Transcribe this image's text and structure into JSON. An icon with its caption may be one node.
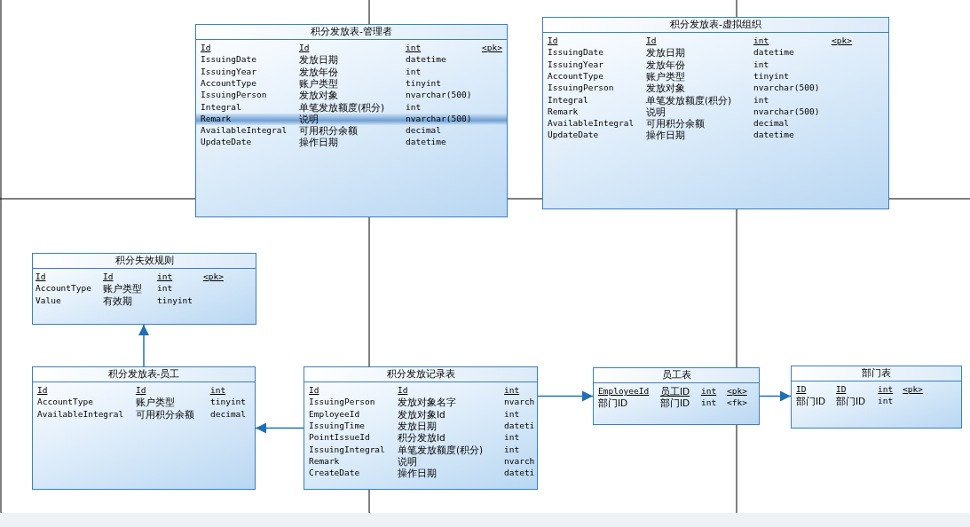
{
  "diagram": {
    "nodes": [
      {
        "text": [
          "积分发放表-管理者",
          "Id",
          "Id",
          "int",
          "<pk>",
          "IssuingDate",
          "发放日期",
          "datetime",
          "IssuingYear",
          "发放年份",
          "int",
          "AccountType",
          "账户类型",
          "tinyint",
          "IssuingPerson",
          "发放对象",
          "nvarchar(500)",
          "Integral",
          "单笔发放额度(积分)",
          "int",
          "Remark",
          "说明",
          "nvarchar(500)",
          "AvailableIntegral",
          "可用积分余额",
          "decimal",
          "UpdateDate",
          "操作日期",
          "datetime"
        ]
      },
      {
        "text": [
          "积分发放表-虚拟组织",
          "Id",
          "Id",
          "int",
          "<pk>",
          "IssuingDate",
          "发放日期",
          "datetime",
          "IssuingYear",
          "发放年份",
          "int",
          "AccountType",
          "账户类型",
          "tinyint",
          "IssuingPerson",
          "发放对象",
          "nvarchar(500)",
          "Integral",
          "单笔发放额度(积分)",
          "int",
          "Remark",
          "说明",
          "nvarchar(500)",
          "AvailableIntegral",
          "可用积分余额",
          "decimal",
          "UpdateDate",
          "操作日期",
          "datetime"
        ]
      },
      {
        "text": [
          "积分失效规则",
          "Id",
          "Id",
          "int",
          "<pk>",
          "AccountType",
          "账户类型",
          "int",
          "Value",
          "有效期",
          "tinyint"
        ]
      },
      {
        "text": [
          "积分发放表-员工",
          "Id",
          "Id",
          "int",
          "AccountType",
          "账户类型",
          "tinyint",
          "AvailableIntegral",
          "可用积分余额",
          "decimal"
        ]
      },
      {
        "text": [
          "积分发放记录表",
          "Id",
          "Id",
          "int",
          "IssuingPerson",
          "发放对象名字",
          "nvarch",
          "EmployeeId",
          "发放对象Id",
          "int",
          "IssuingTime",
          "发放日期",
          "dateti",
          "PointIssueId",
          "积分发放Id",
          "int",
          "IssuingIntegral",
          "单笔发放额度(积分)",
          "int",
          "Remark",
          "说明",
          "nvarch",
          "CreateDate",
          "操作日期",
          "dateti"
        ]
      },
      {
        "text": [
          "员工表",
          "EmployeeId",
          "员工ID",
          "int",
          "<pk>",
          "部门ID",
          "部门ID",
          "int",
          "<fk>"
        ]
      },
      {
        "text": [
          "部门表",
          "ID",
          "ID",
          "int",
          "<pk>",
          "部门ID",
          "部门ID",
          "int"
        ]
      }
    ],
    "edges": [
      {
        "from": 3,
        "to": 2,
        "arrow": "to"
      },
      {
        "from": 4,
        "to": 3,
        "arrow": "to"
      },
      {
        "from": 4,
        "to": 5,
        "arrow": "to"
      },
      {
        "from": 5,
        "to": 6,
        "arrow": "to"
      }
    ]
  }
}
